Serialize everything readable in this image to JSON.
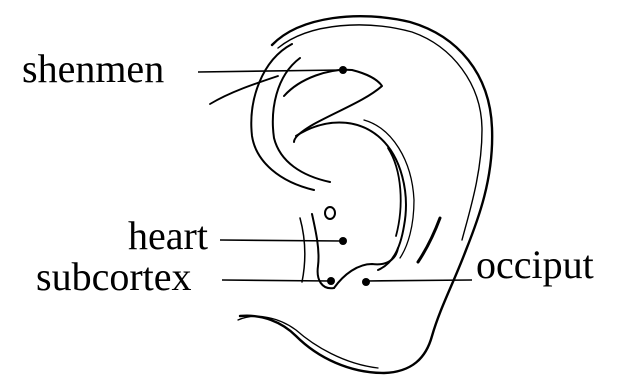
{
  "labels": {
    "shenmen": "shenmen",
    "heart": "heart",
    "subcortex": "subcortex",
    "occiput": "occiput"
  },
  "colors": {
    "ink": "#000000",
    "paper": "#ffffff"
  }
}
